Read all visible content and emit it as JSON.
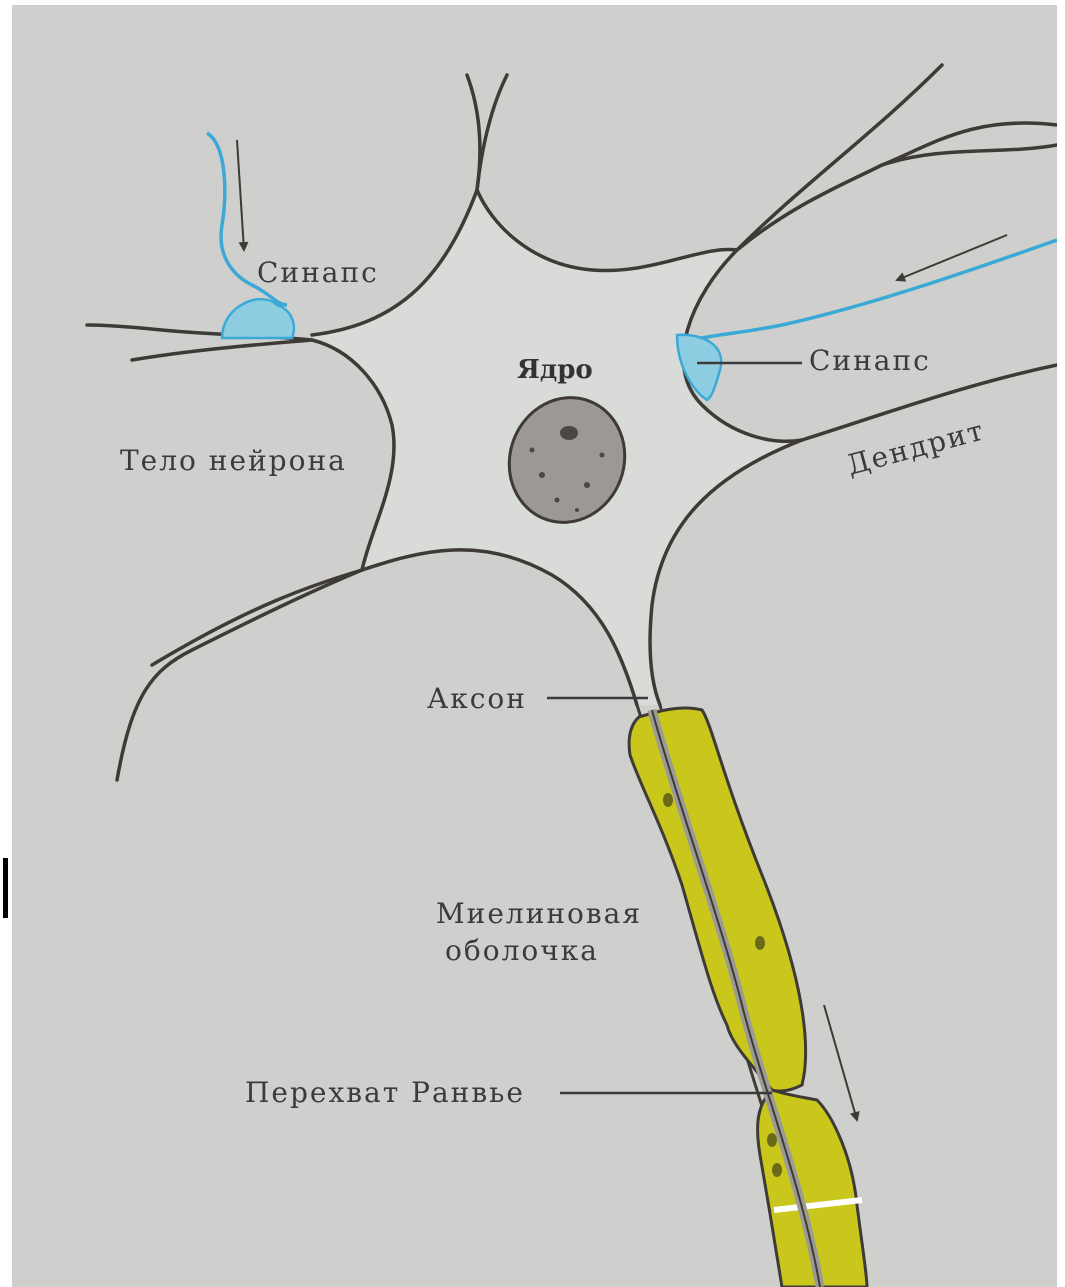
{
  "labels": {
    "synapse_left": "Синапс",
    "synapse_right": "Синапс",
    "nucleus": "Ядро",
    "cell_body": "Тело нейрона",
    "dendrite": "Дендрит",
    "axon": "Аксон",
    "myelin_line1": "Миелиновая",
    "myelin_line2": "оболочка",
    "ranvier": "Перехват Ранвье"
  },
  "colors": {
    "background": "#cfd0ce",
    "cell_fill": "#d9dbd8",
    "outline": "#3e3a36",
    "synapse": "#3aa9d6",
    "synapse_fill": "#8ccde2",
    "myelin": "#c9c71c",
    "nucleus": "#9b9896"
  },
  "icons": {
    "input_arrow_left": "arrow-down-icon",
    "input_arrow_right": "arrow-left-icon",
    "output_arrow": "arrow-down-icon"
  }
}
